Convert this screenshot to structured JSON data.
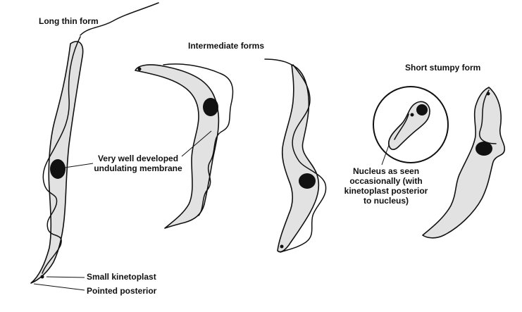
{
  "labels": {
    "long_thin": "Long thin form",
    "intermediate": "Intermediate forms",
    "short_stumpy": "Short stumpy form",
    "membrane_line1": "Very well developed",
    "membrane_line2": "undulating membrane",
    "nucleus_line1": "Nucleus as seen",
    "nucleus_line2": "occasionally (with",
    "nucleus_line3": "kinetoplast posterior",
    "nucleus_line4": "to nucleus)",
    "kinetoplast": "Small kinetoplast",
    "posterior": "Pointed posterior"
  },
  "colors": {
    "ink": "#111111",
    "cytoplasm": "#e2e2e2",
    "background": "#ffffff"
  }
}
